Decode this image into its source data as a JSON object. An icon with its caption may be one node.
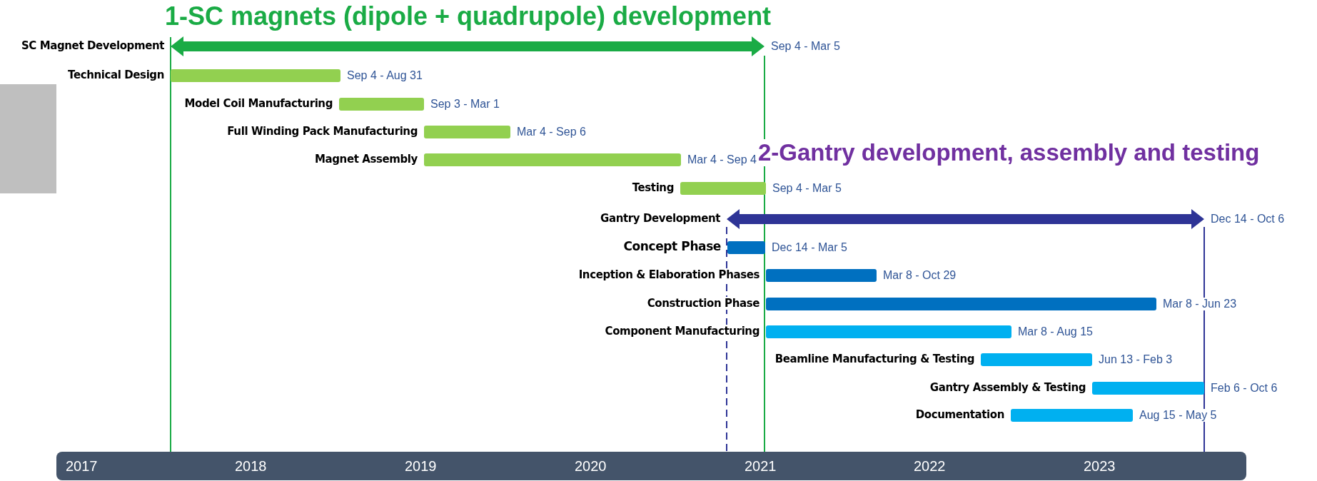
{
  "diagram": {
    "nodes": [
      {
        "text": [
          "SC Magnet Development"
        ],
        "beside": [
          "Sep 4 - Mar 5"
        ]
      },
      {
        "text": [
          "Technical Design"
        ],
        "beside": [
          "Sep 4 - Aug 31"
        ]
      },
      {
        "text": [
          "Model Coil Manufacturing"
        ],
        "beside": [
          "Sep 3 - Mar 1"
        ]
      },
      {
        "text": [
          "Full Winding Pack Manufacturing"
        ],
        "beside": [
          "Mar 4 - Sep 6"
        ]
      },
      {
        "text": [
          "Magnet Assembly"
        ],
        "beside": [
          "Mar 4 - Sep 4"
        ]
      },
      {
        "text": [
          "Testing"
        ],
        "beside": [
          "Sep 4 - Mar 5"
        ]
      },
      {
        "text": [
          "Gantry Development"
        ],
        "beside": [
          "Dec 14 - Oct 6"
        ]
      },
      {
        "text": [
          "Concept Phase"
        ],
        "beside": [
          "Dec 14 - Mar 5"
        ]
      },
      {
        "text": [
          "Inception & Elaboration Phases"
        ],
        "beside": [
          "Mar 8 - Oct 29"
        ]
      },
      {
        "text": [
          "Construction Phase"
        ],
        "beside": [
          "Mar 8 - Jun 23"
        ]
      },
      {
        "text": [
          "Component Manufacturing"
        ],
        "beside": [
          "Mar 8 - Aug 15"
        ]
      },
      {
        "text": [
          "Beamline Manufacturing & Testing"
        ],
        "beside": [
          "Jun 13 - Feb 3"
        ]
      },
      {
        "text": [
          "Gantry Assembly & Testing"
        ],
        "beside": [
          "Feb 6 - Oct 6"
        ]
      },
      {
        "text": [
          "Documentation"
        ],
        "beside": [
          "Aug 15 - May 5"
        ]
      },
      {
        "text": [],
        "shape": "box"
      }
    ],
    "edges": [],
    "labels": [
      "1-SC magnets (dipole + quadrupole) development",
      "2-Gantry development, assembly and testing",
      "2017",
      "2018",
      "2019",
      "2020",
      "2021",
      "2022",
      "2023"
    ]
  }
}
